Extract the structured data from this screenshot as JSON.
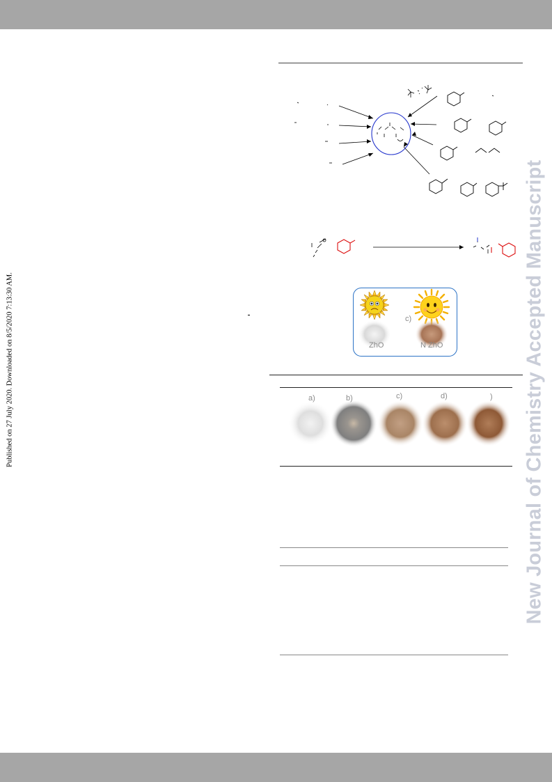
{
  "side_stamp": "Published on 27 July 2020. Downloaded on 8/5/2020 7:13:30 AM.",
  "watermark": "New Journal of Chemistry Accepted Manuscript",
  "sun_panel": {
    "labels": [
      "c)",
      "ZhO",
      "N ZhO"
    ],
    "colors": {
      "border": "#2c73c6",
      "sun_fill": "#f5d31b"
    }
  },
  "powder_row": {
    "labels": [
      "a)",
      "b)",
      "c)",
      "d)",
      ")"
    ],
    "colors": [
      "#e9e9e9",
      "#a8a39d",
      "#b48f72",
      "#a87c5a",
      "#9b6645"
    ]
  },
  "scheme_colors": {
    "ring": "#2233cc",
    "highlight": "#dd1111"
  }
}
